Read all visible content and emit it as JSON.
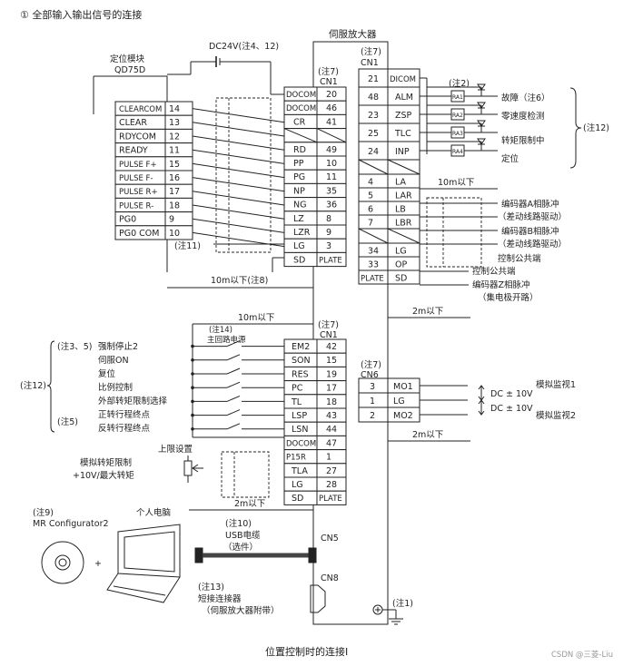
{
  "header": {
    "title": "① 全部输入输出信号的连接"
  },
  "caption": "位置控制时的连接Ⅰ",
  "watermark": "CSDN @三菱-Liu",
  "amp": {
    "title": "伺服放大器"
  },
  "dc24": "DC24V(注4、12)",
  "qd75": {
    "title1": "定位模块",
    "title2": "QD75D",
    "rows": [
      {
        "label": "CLEARCOM",
        "num": "14"
      },
      {
        "label": "CLEAR",
        "num": "13"
      },
      {
        "label": "RDYCOM",
        "num": "12"
      },
      {
        "label": "READY",
        "num": "11"
      },
      {
        "label": "PULSE F+",
        "num": "15"
      },
      {
        "label": "PULSE F-",
        "num": "16"
      },
      {
        "label": "PULSE R+",
        "num": "17"
      },
      {
        "label": "PULSE R-",
        "num": "18"
      },
      {
        "label": "PG0",
        "num": "9"
      },
      {
        "label": "PG0 COM",
        "num": "10"
      }
    ]
  },
  "cn1a": {
    "note": "(注7)",
    "name": "CN1",
    "rows": [
      {
        "label": "DOCOM",
        "num": "20"
      },
      {
        "label": "DOCOM",
        "num": "46"
      },
      {
        "label": "CR",
        "num": "41"
      },
      {
        "label": "",
        "num": ""
      },
      {
        "label": "RD",
        "num": "49"
      },
      {
        "label": "PP",
        "num": "10"
      },
      {
        "label": "PG",
        "num": "11"
      },
      {
        "label": "NP",
        "num": "35"
      },
      {
        "label": "NG",
        "num": "36"
      },
      {
        "label": "LZ",
        "num": "8"
      },
      {
        "label": "LZR",
        "num": "9"
      },
      {
        "label": "LG",
        "num": "3"
      },
      {
        "label": "SD",
        "num": "PLATE"
      }
    ]
  },
  "cn1b": {
    "note": "(注7)",
    "name": "CN1",
    "rows": [
      {
        "num": "21",
        "label": "DICOM"
      },
      {
        "num": "48",
        "label": "ALM"
      },
      {
        "num": "23",
        "label": "ZSP"
      },
      {
        "num": "25",
        "label": "TLC"
      },
      {
        "num": "24",
        "label": "INP"
      },
      {
        "num": "",
        "label": ""
      },
      {
        "num": "4",
        "label": "LA"
      },
      {
        "num": "5",
        "label": "LAR"
      },
      {
        "num": "6",
        "label": "LB"
      },
      {
        "num": "7",
        "label": "LBR"
      },
      {
        "num": "",
        "label": ""
      },
      {
        "num": "34",
        "label": "LG"
      },
      {
        "num": "33",
        "label": "OP"
      },
      {
        "num": "PLATE",
        "label": "SD"
      }
    ]
  },
  "relays": [
    "RA1",
    "RA2",
    "RA3",
    "RA4"
  ],
  "out_labels": [
    "故障（注6）",
    "零速度检测",
    "转矩限制中",
    "定位"
  ],
  "note2": "(注2)",
  "note12": "(注12)",
  "enc_labels": [
    "编码器A相脉冲",
    "（差动线路驱动）",
    "编码器B相脉冲",
    "（差动线路驱动）",
    "控制公共端",
    "控制公共端",
    "编码器Z相脉冲",
    "（集电极开路）"
  ],
  "dist": {
    "d10m_top": "10m以下",
    "d10m_note8": "10m以下(注8)",
    "d2m_a": "2m以下",
    "d10m_mid": "10m以下",
    "d2m_b": "2m以下",
    "d2m_c": "2m以下"
  },
  "note11": "(注11)",
  "cn1c": {
    "note": "(注7)",
    "name": "CN1",
    "note14": "(注14)",
    "main_power": "主回路电源",
    "rows": [
      {
        "label": "EM2",
        "num": "42"
      },
      {
        "label": "SON",
        "num": "15"
      },
      {
        "label": "RES",
        "num": "19"
      },
      {
        "label": "PC",
        "num": "17"
      },
      {
        "label": "TL",
        "num": "18"
      },
      {
        "label": "LSP",
        "num": "43"
      },
      {
        "label": "LSN",
        "num": "44"
      },
      {
        "label": "DOCOM",
        "num": "47"
      },
      {
        "label": "P15R",
        "num": "1"
      },
      {
        "label": "TLA",
        "num": "27"
      },
      {
        "label": "LG",
        "num": "28"
      },
      {
        "label": "SD",
        "num": "PLATE"
      }
    ]
  },
  "inputs": {
    "note35": "(注3、5)",
    "note12": "(注12)",
    "note5": "(注5)",
    "items": [
      "强制停止2",
      "伺服ON",
      "复位",
      "比例控制",
      "外部转矩限制选择",
      "正转行程终点",
      "反转行程终点"
    ]
  },
  "upper_set": "上限设置",
  "analog": {
    "line1": "模拟转矩限制",
    "line2": "+10V/最大转矩"
  },
  "cn6": {
    "note": "(注7)",
    "name": "CN6",
    "rows": [
      {
        "num": "3",
        "label": "MO1"
      },
      {
        "num": "1",
        "label": "LG"
      },
      {
        "num": "2",
        "label": "MO2"
      }
    ]
  },
  "monitor": {
    "dc1": "DC ± 10V",
    "dc2": "DC ± 10V",
    "m1": "模拟监视1",
    "m2": "模拟监视2"
  },
  "pc": {
    "note9": "(注9)",
    "mrconf": "MR Configurator2",
    "pcname": "个人电脑",
    "plus": "+"
  },
  "usb": {
    "note10": "(注10)",
    "cable": "USB电缆",
    "opt": "（选件）"
  },
  "cn5": "CN5",
  "cn8": "CN8",
  "short": {
    "note13": "(注13)",
    "name": "短接连接器",
    "attached": "（伺服放大器附带）"
  },
  "note1": "(注1)"
}
